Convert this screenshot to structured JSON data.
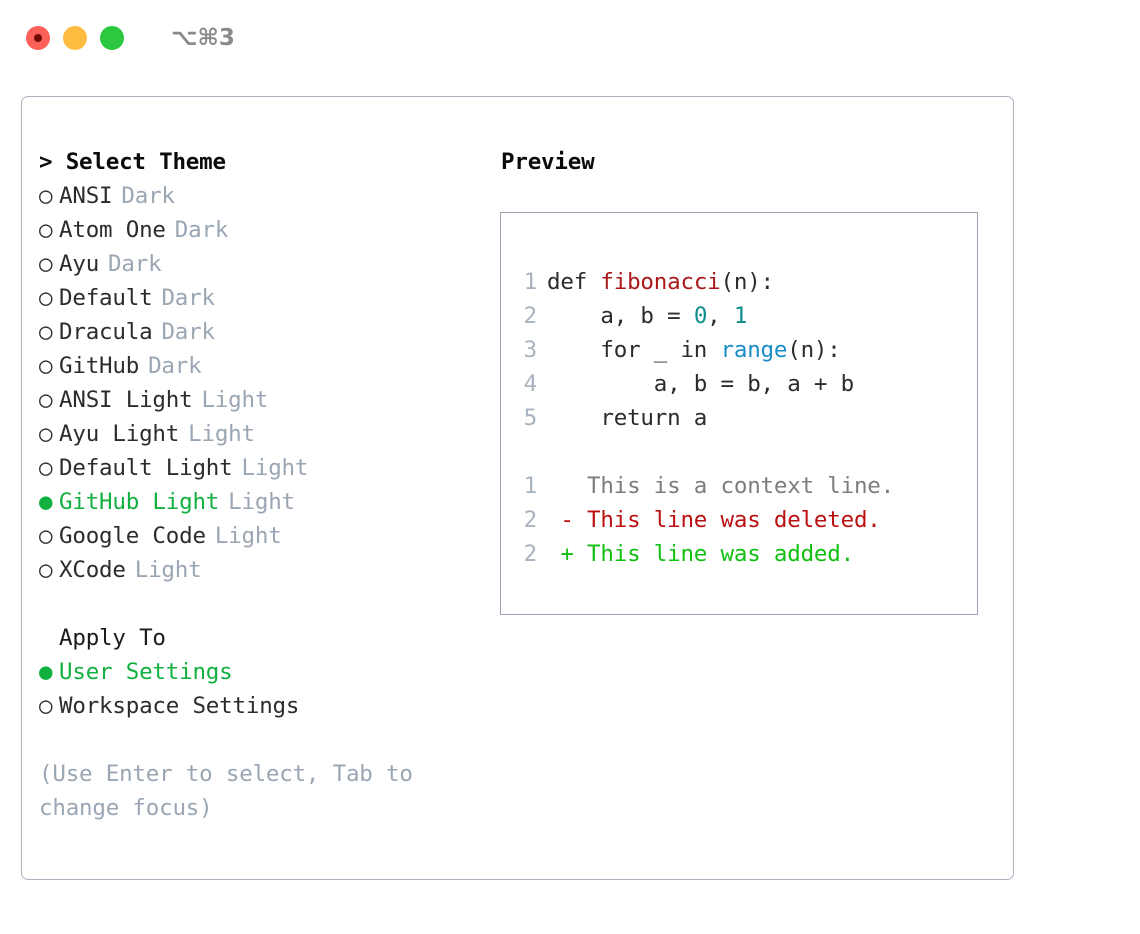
{
  "window": {
    "title": "⌥⌘3",
    "traffic_lights": [
      {
        "name": "close",
        "color": "#fc6058"
      },
      {
        "name": "minimize",
        "color": "#fdbc40"
      },
      {
        "name": "maximize",
        "color": "#2cc840"
      }
    ]
  },
  "theme_list": {
    "header": "> Select Theme",
    "items": [
      {
        "bullet": "○",
        "label": "ANSI",
        "badge": "Dark",
        "selected": false
      },
      {
        "bullet": "○",
        "label": "Atom One",
        "badge": "Dark",
        "selected": false
      },
      {
        "bullet": "○",
        "label": "Ayu",
        "badge": "Dark",
        "selected": false
      },
      {
        "bullet": "○",
        "label": "Default",
        "badge": "Dark",
        "selected": false
      },
      {
        "bullet": "○",
        "label": "Dracula",
        "badge": "Dark",
        "selected": false
      },
      {
        "bullet": "○",
        "label": "GitHub",
        "badge": "Dark",
        "selected": false
      },
      {
        "bullet": "○",
        "label": "ANSI Light",
        "badge": "Light",
        "selected": false
      },
      {
        "bullet": "○",
        "label": "Ayu Light",
        "badge": "Light",
        "selected": false
      },
      {
        "bullet": "○",
        "label": "Default Light",
        "badge": "Light",
        "selected": false
      },
      {
        "bullet": "●",
        "label": "GitHub Light",
        "badge": "Light",
        "selected": true
      },
      {
        "bullet": "○",
        "label": "Google Code",
        "badge": "Light",
        "selected": false
      },
      {
        "bullet": "○",
        "label": "XCode",
        "badge": "Light",
        "selected": false
      }
    ]
  },
  "apply_to": {
    "header": "Apply To",
    "items": [
      {
        "bullet": "●",
        "label": "User Settings",
        "selected": true
      },
      {
        "bullet": "○",
        "label": "Workspace Settings",
        "selected": false
      }
    ]
  },
  "hint": "(Use Enter to select, Tab to change focus)",
  "preview": {
    "title": "Preview",
    "code_lines": [
      {
        "lineno": "1",
        "tokens": [
          {
            "text": "def ",
            "cls": "code-text"
          },
          {
            "text": "fibonacci",
            "cls": "tok-fn"
          },
          {
            "text": "(n):",
            "cls": "code-text"
          }
        ]
      },
      {
        "lineno": "2",
        "tokens": [
          {
            "text": "    a, b = ",
            "cls": "code-text"
          },
          {
            "text": "0",
            "cls": "tok-num"
          },
          {
            "text": ", ",
            "cls": "code-text"
          },
          {
            "text": "1",
            "cls": "tok-num"
          }
        ]
      },
      {
        "lineno": "3",
        "tokens": [
          {
            "text": "    for _ in ",
            "cls": "code-text"
          },
          {
            "text": "range",
            "cls": "tok-call"
          },
          {
            "text": "(n):",
            "cls": "code-text"
          }
        ]
      },
      {
        "lineno": "4",
        "tokens": [
          {
            "text": "        a, b = b, a + b",
            "cls": "code-text"
          }
        ]
      },
      {
        "lineno": "5",
        "tokens": [
          {
            "text": "    return a",
            "cls": "code-text"
          }
        ]
      }
    ],
    "diff_lines": [
      {
        "lineno": "1",
        "tokens": [
          {
            "text": "   This is a context line.",
            "cls": "tok-ctx"
          }
        ]
      },
      {
        "lineno": "2",
        "tokens": [
          {
            "text": " - This line was deleted.",
            "cls": "tok-del"
          }
        ]
      },
      {
        "lineno": "2",
        "tokens": [
          {
            "text": " + This line was added.",
            "cls": "tok-add"
          }
        ]
      }
    ]
  },
  "colors": {
    "accent_green": "#12b03e",
    "muted": "#9aa6b4",
    "border": "#aab4c0",
    "function": "#a9191b",
    "number": "#0f8c8c",
    "call": "#1a8cc8",
    "diff_deleted": "#bb1111",
    "diff_added": "#11c011"
  }
}
